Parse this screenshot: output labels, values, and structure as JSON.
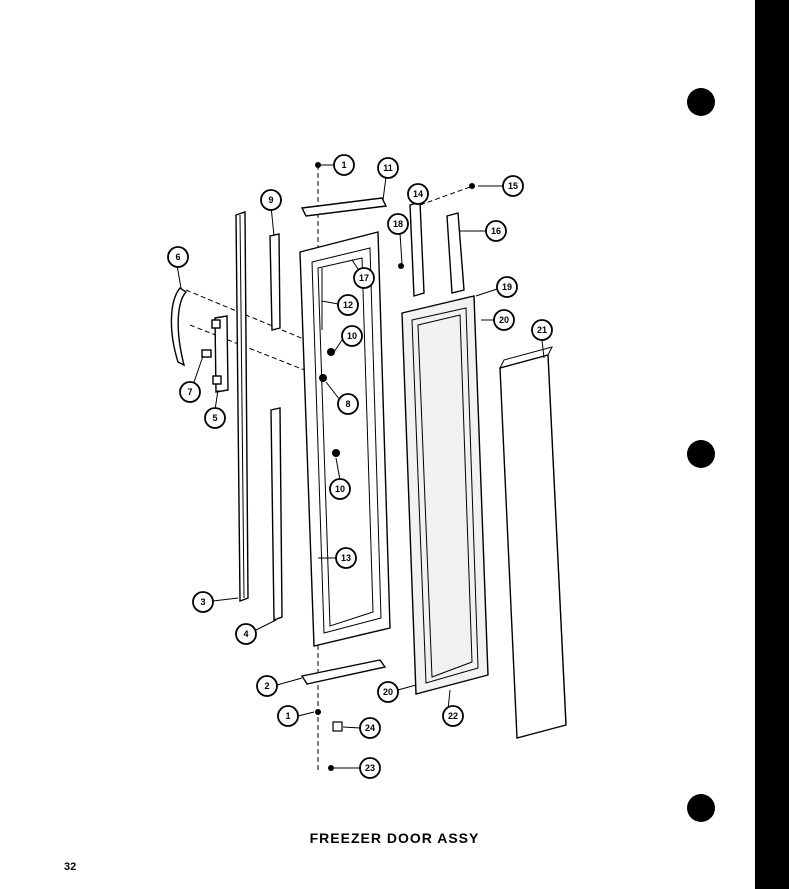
{
  "title": "FREEZER DOOR ASSY",
  "page_number": "32",
  "callouts": [
    "1",
    "11",
    "15",
    "14",
    "9",
    "18",
    "16",
    "6",
    "17",
    "12",
    "19",
    "20",
    "21",
    "10",
    "7",
    "5",
    "8",
    "10",
    "13",
    "3",
    "4",
    "2",
    "20",
    "22",
    "1",
    "24",
    "23"
  ]
}
